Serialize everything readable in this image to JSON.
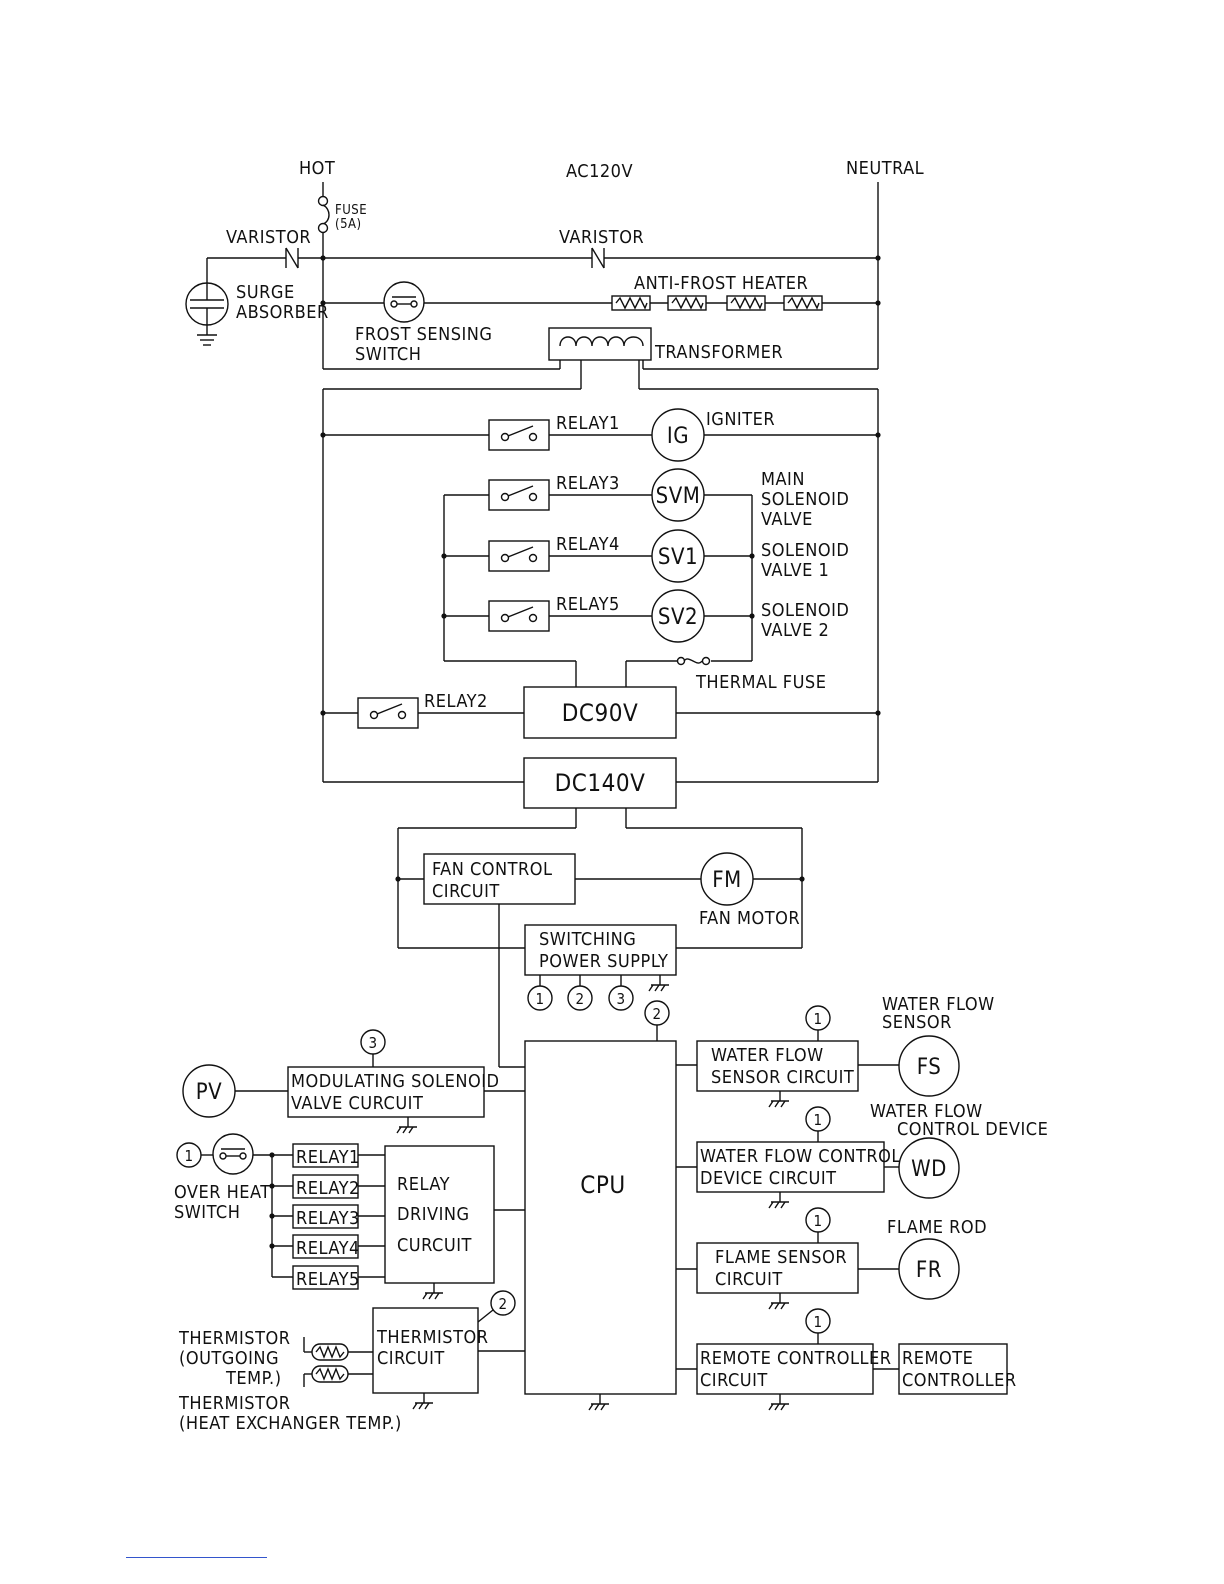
{
  "power": {
    "hot": "HOT",
    "ac": "AC120V",
    "neutral": "NEUTRAL",
    "fuse": "FUSE",
    "fuse_rating": "(5A)",
    "varistor_left": "VARISTOR",
    "varistor_right": "VARISTOR",
    "surge": [
      "SURGE",
      "ABSORBER"
    ],
    "anti_frost": "ANTI-FROST HEATER",
    "frost_switch": [
      "FROST SENSING",
      "SWITCH"
    ],
    "transformer": "TRANSFORMER"
  },
  "relays": {
    "relay1": "RELAY1",
    "relay2": "RELAY2",
    "relay3": "RELAY3",
    "relay4": "RELAY4",
    "relay5": "RELAY5"
  },
  "loads": {
    "ig": "IG",
    "igniter": "IGNITER",
    "svm": "SVM",
    "svm_label": [
      "MAIN",
      "SOLENOID",
      "VALVE"
    ],
    "sv1": "SV1",
    "sv1_label": [
      "SOLENOID",
      "VALVE 1"
    ],
    "sv2": "SV2",
    "sv2_label": [
      "SOLENOID",
      "VALVE 2"
    ],
    "thermal_fuse": "THERMAL FUSE"
  },
  "supplies": {
    "dc90": "DC90V",
    "dc140": "DC140V"
  },
  "fan": {
    "control": [
      "FAN CONTROL",
      "CIRCUIT"
    ],
    "fm": "FM",
    "motor": "FAN MOTOR"
  },
  "sps": {
    "label": [
      "SWITCHING",
      "POWER SUPPLY"
    ],
    "outputs": [
      "1",
      "2",
      "3"
    ]
  },
  "cpu": "CPU",
  "modulating": {
    "pv": "PV",
    "label": [
      "MODULATING SOLENOID",
      "VALVE CURCUIT"
    ],
    "ref": "3"
  },
  "overheat": {
    "ref": "1",
    "label": [
      "OVER HEAT",
      "SWITCH"
    ]
  },
  "relay_driving": {
    "label": [
      "RELAY",
      "DRIVING",
      "CURCUIT"
    ],
    "relays": [
      "RELAY1",
      "RELAY2",
      "RELAY3",
      "RELAY4",
      "RELAY5"
    ]
  },
  "thermistor": {
    "circuit": [
      "THERMISTOR",
      "CIRCUIT"
    ],
    "ref": "2",
    "outgoing": [
      "THERMISTOR",
      "(OUTGOING",
      "TEMP.)"
    ],
    "heat_exchanger": [
      "THERMISTOR",
      "(HEAT EXCHANGER TEMP.)"
    ]
  },
  "cpu_ref": "2",
  "water_flow": {
    "circuit": [
      "WATER FLOW",
      "SENSOR CIRCUIT"
    ],
    "sensor_label": [
      "WATER FLOW",
      "SENSOR"
    ],
    "fs": "FS",
    "ref": "1"
  },
  "flow_control": {
    "circuit": [
      "WATER FLOW CONTROL",
      "DEVICE CIRCUIT"
    ],
    "device_label": [
      "WATER FLOW",
      "CONTROL DEVICE"
    ],
    "wd": "WD",
    "ref": "1"
  },
  "flame": {
    "circuit": [
      "FLAME SENSOR",
      "CIRCUIT"
    ],
    "rod_label": "FLAME ROD",
    "fr": "FR",
    "ref": "1"
  },
  "remote": {
    "circuit": [
      "REMOTE CONTROLLER",
      "CIRCUIT"
    ],
    "controller": [
      "REMOTE",
      "CONTROLLER"
    ],
    "ref": "1"
  }
}
